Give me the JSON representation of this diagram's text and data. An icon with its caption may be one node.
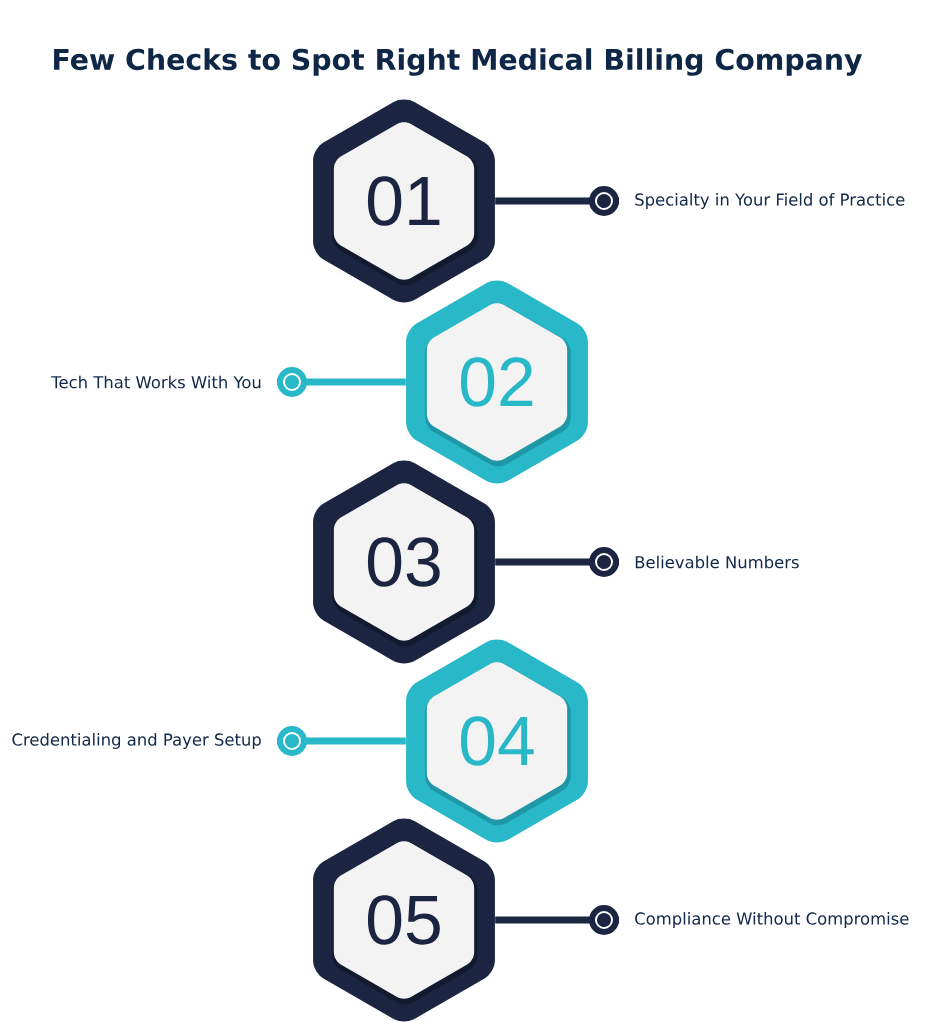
{
  "diagram": {
    "title": "Few Checks to Spot Right Medical Billing Company",
    "nodes": [
      {
        "text": [
          "01"
        ]
      },
      {
        "text": [
          "Specialty in Your Field of Practice"
        ]
      },
      {
        "text": [
          "02"
        ]
      },
      {
        "text": [
          "Tech That Works With You"
        ]
      },
      {
        "text": [
          "03"
        ]
      },
      {
        "text": [
          "Believable Numbers"
        ]
      },
      {
        "text": [
          "04"
        ]
      },
      {
        "text": [
          "Credentialing and Payer Setup"
        ]
      },
      {
        "text": [
          "05"
        ]
      },
      {
        "text": [
          "Compliance Without Compromise"
        ]
      }
    ],
    "edges": [
      {
        "from": 0,
        "to": 1,
        "arrow": "other"
      },
      {
        "from": 2,
        "to": 3,
        "arrow": "other",
        "color": "#29b8c8"
      },
      {
        "from": 4,
        "to": 5,
        "arrow": "other"
      },
      {
        "from": 6,
        "to": 7,
        "arrow": "other",
        "color": "#29b8c8"
      },
      {
        "from": 8,
        "to": 9,
        "arrow": "other"
      }
    ]
  }
}
